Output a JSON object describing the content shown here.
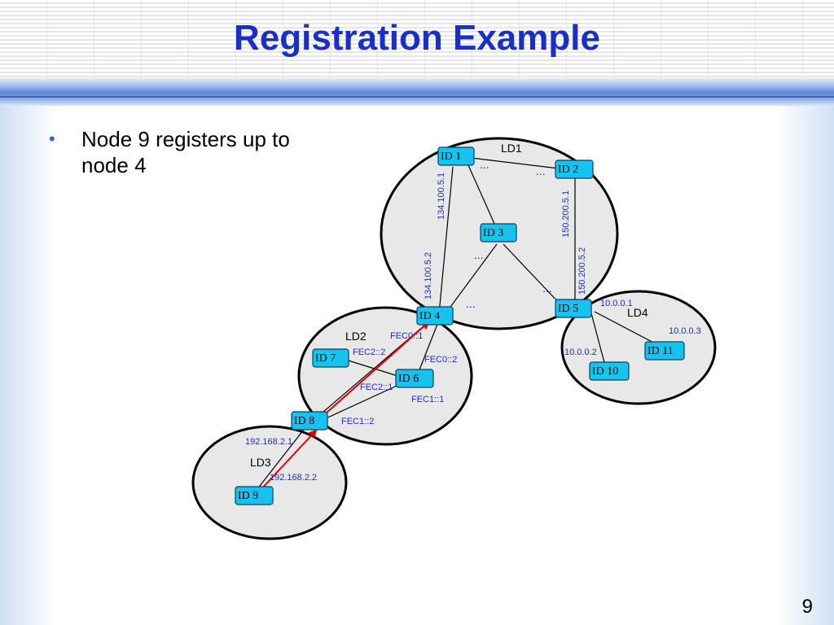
{
  "slide": {
    "title": "Registration Example",
    "bullets": [
      "Node 9 registers up to node 4"
    ],
    "page_number": "9"
  },
  "colors": {
    "title": "#1a2fc8",
    "node_fill": "#16c3ee",
    "label_blue": "#1c2bd6",
    "registration_arrow": "#e00000",
    "domain_fill": "#e8e8e8"
  },
  "diagram": {
    "domains": [
      {
        "id": "LD1",
        "label": "LD1"
      },
      {
        "id": "LD2",
        "label": "LD2"
      },
      {
        "id": "LD3",
        "label": "LD3"
      },
      {
        "id": "LD4",
        "label": "LD4"
      }
    ],
    "nodes": [
      {
        "id": "n1",
        "label": "ID 1"
      },
      {
        "id": "n2",
        "label": "ID 2"
      },
      {
        "id": "n3",
        "label": "ID 3"
      },
      {
        "id": "n4",
        "label": "ID 4"
      },
      {
        "id": "n5",
        "label": "ID 5"
      },
      {
        "id": "n6",
        "label": "ID 6"
      },
      {
        "id": "n7",
        "label": "ID 7"
      },
      {
        "id": "n8",
        "label": "ID 8"
      },
      {
        "id": "n9",
        "label": "ID 9"
      },
      {
        "id": "n10",
        "label": "ID 10"
      },
      {
        "id": "n11",
        "label": "ID 11"
      }
    ],
    "edges": [
      {
        "from": "n1",
        "to": "n2"
      },
      {
        "from": "n1",
        "to": "n3"
      },
      {
        "from": "n1",
        "to": "n4"
      },
      {
        "from": "n2",
        "to": "n5"
      },
      {
        "from": "n3",
        "to": "n4"
      },
      {
        "from": "n3",
        "to": "n5"
      },
      {
        "from": "n4",
        "to": "n6"
      },
      {
        "from": "n4",
        "to": "n8"
      },
      {
        "from": "n7",
        "to": "n6"
      },
      {
        "from": "n6",
        "to": "n8"
      },
      {
        "from": "n8",
        "to": "n9"
      },
      {
        "from": "n5",
        "to": "n10"
      },
      {
        "from": "n5",
        "to": "n11"
      }
    ],
    "registration_path": [
      {
        "from": "n9",
        "to": "n8"
      },
      {
        "from": "n8",
        "to": "n4"
      }
    ],
    "labels": {
      "ld1_left_up": "134.100.5.1",
      "ld1_left_down": "134.100.5.2",
      "ld1_right_up": "150.200.5.1",
      "ld1_right_down": "150.200.5.2",
      "fec0_1": "FEC0::1",
      "fec0_2": "FEC0::2",
      "fec2_2": "FEC2::2",
      "fec2_1": "FEC2::1",
      "fec1_1": "FEC1::1",
      "fec1_2": "FEC1::2",
      "ld3_up": "192.168.2.1",
      "ld3_down": "192.168.2.2",
      "ld4_1": "10.0.0.1",
      "ld4_2": "10.0.0.2",
      "ld4_3": "10.0.0.3",
      "ellipsis": "..."
    }
  }
}
